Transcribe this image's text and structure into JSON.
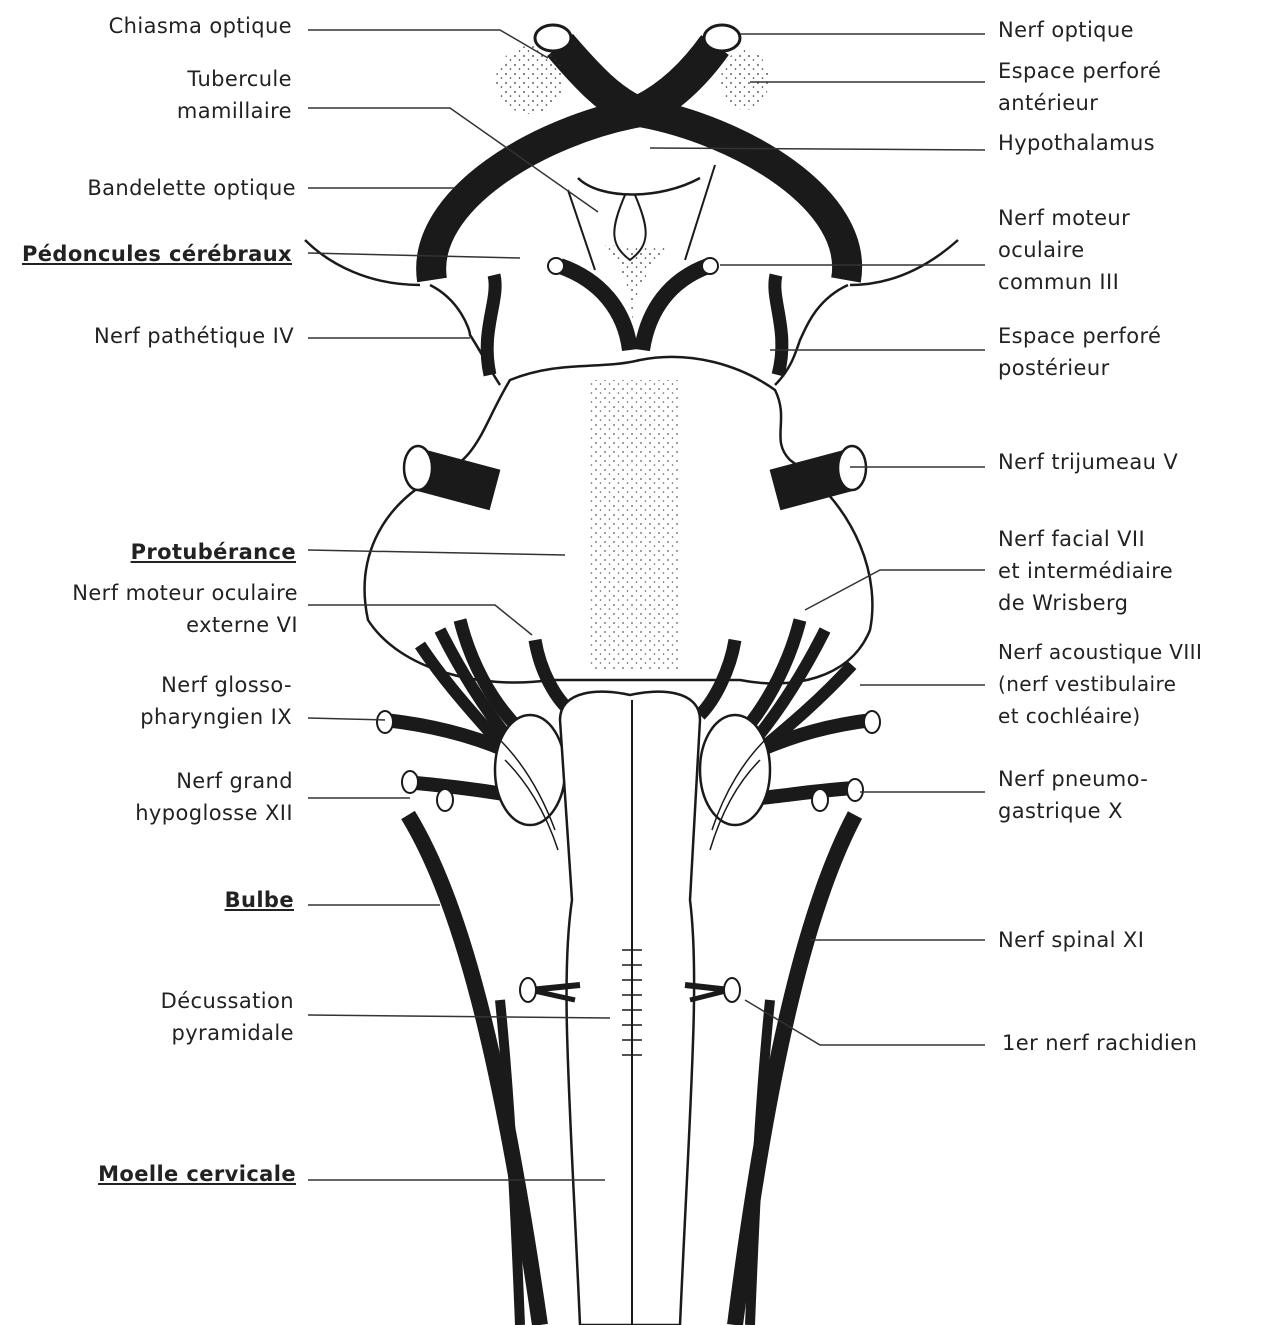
{
  "labels_left": {
    "chiasma": "Chiasma optique",
    "tubercule": [
      "Tubercule",
      "mamillaire"
    ],
    "bandelette": "Bandelette optique",
    "pedoncules": "Pédoncules cérébraux",
    "pathetique": "Nerf pathétique IV",
    "protuberance": "Protubérance",
    "moteur_externe": [
      "Nerf moteur oculaire",
      "externe VI"
    ],
    "glosso": [
      "Nerf glosso-",
      "pharyngien IX"
    ],
    "hypoglosse": [
      "Nerf grand",
      "hypoglosse XII"
    ],
    "bulbe": "Bulbe",
    "decussation": [
      "Décussation",
      "pyramidale"
    ],
    "moelle": "Moelle cervicale"
  },
  "labels_right": {
    "optique": "Nerf optique",
    "espace_anterieur": [
      "Espace perforé",
      "antérieur"
    ],
    "hypothalamus": "Hypothalamus",
    "moteur_commun": [
      "Nerf moteur",
      "oculaire",
      "commun  III"
    ],
    "espace_posterieur": [
      "Espace perforé",
      "postérieur"
    ],
    "trijumeau": "Nerf trijumeau V",
    "facial": [
      "Nerf facial VII",
      "et intermédiaire",
      "de Wrisberg"
    ],
    "acoustique": [
      "Nerf acoustique VIII",
      "(nerf vestibulaire",
      "et cochléaire)"
    ],
    "pneumo": [
      "Nerf pneumo-",
      "gastrique X"
    ],
    "spinal": "Nerf spinal XI",
    "rachidien": "1er nerf rachidien"
  },
  "colors": {
    "ink": "#1a1a1a",
    "paper": "#ffffff"
  }
}
